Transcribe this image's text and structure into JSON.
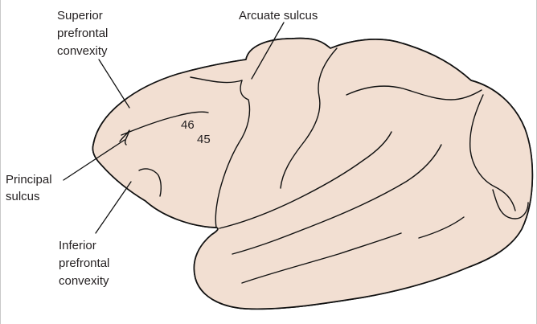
{
  "labels": {
    "superior": [
      "Superior",
      "prefrontal",
      "convexity"
    ],
    "arcuate": "Arcuate sulcus",
    "principal": [
      "Principal",
      "sulcus"
    ],
    "inferior": [
      "Inferior",
      "prefrontal",
      "convexity"
    ]
  },
  "areas": {
    "area_46": "46",
    "area_45": "45"
  },
  "colors": {
    "brain": "#f2dfd2",
    "superior_convexity": "#5469a3",
    "inferior_convexity": "#9b9bcc",
    "area_46": "#a8a8a8",
    "area_45": "#b7d7e6"
  }
}
